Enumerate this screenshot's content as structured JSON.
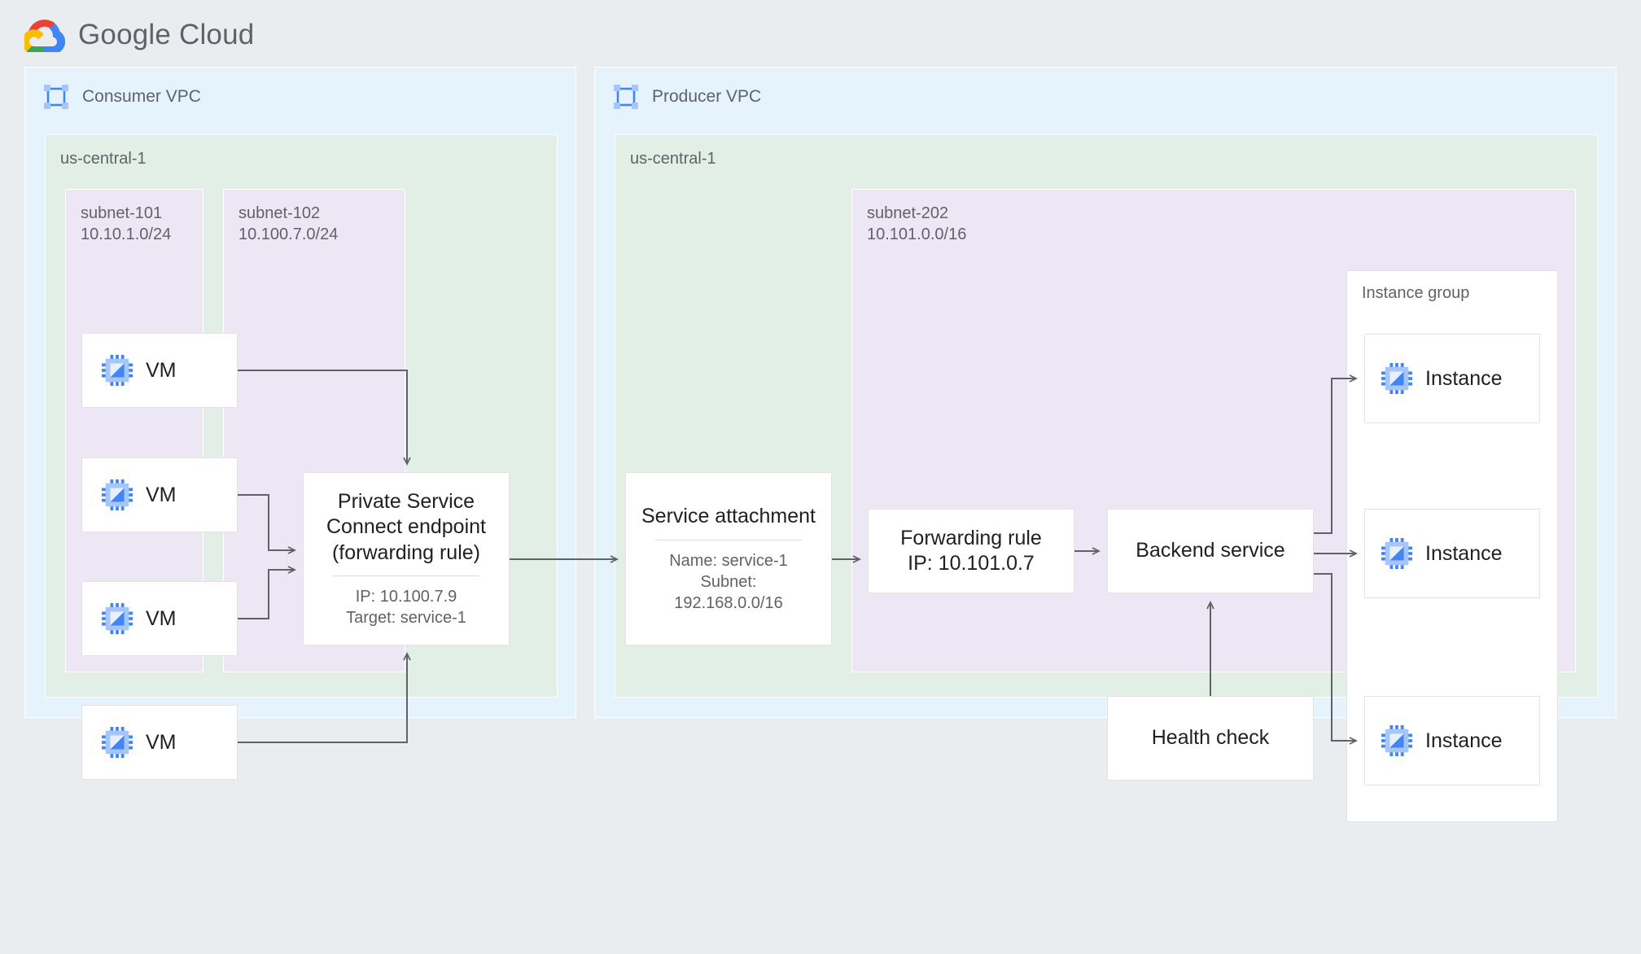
{
  "header": {
    "brand": "Google Cloud",
    "logo_icon": "google-cloud-logo"
  },
  "colors": {
    "page_bg": "#eaedef",
    "vpc_bg": "#e4f3fc",
    "region_bg": "#e2efe6",
    "subnet_bg": "#ece6f5",
    "node_bg": "#ffffff",
    "node_border": "#e3e3e3",
    "text_primary": "#202124",
    "text_secondary": "#5f6368",
    "wire": "#5f6368",
    "icon_blue": "#4285f4",
    "icon_blue_light": "#a6c5fa"
  },
  "consumer_vpc": {
    "title": "Consumer VPC",
    "icon": "vpc-icon",
    "region": {
      "label": "us-central-1"
    },
    "subnets": [
      {
        "name": "subnet-101",
        "cidr": "10.10.1.0/24"
      },
      {
        "name": "subnet-102",
        "cidr": "10.100.7.0/24"
      }
    ],
    "vms": [
      {
        "label": "VM",
        "icon": "cpu-icon"
      },
      {
        "label": "VM",
        "icon": "cpu-icon"
      },
      {
        "label": "VM",
        "icon": "cpu-icon"
      },
      {
        "label": "VM",
        "icon": "cpu-icon"
      }
    ],
    "psc_endpoint": {
      "title": "Private Service\nConnect endpoint\n(forwarding rule)",
      "details": "IP: 10.100.7.9\nTarget: service-1"
    }
  },
  "producer_vpc": {
    "title": "Producer VPC",
    "icon": "vpc-icon",
    "region": {
      "label": "us-central-1"
    },
    "subnet": {
      "name": "subnet-202",
      "cidr": "10.101.0.0/16"
    },
    "service_attachment": {
      "title": "Service attachment",
      "details": "Name: service-1\nSubnet:\n192.168.0.0/16"
    },
    "forwarding_rule": {
      "title": "Forwarding rule\nIP: 10.101.0.7"
    },
    "backend_service": {
      "title": "Backend service"
    },
    "health_check": {
      "title": "Health check"
    },
    "instance_group": {
      "label": "Instance group",
      "instances": [
        {
          "label": "Instance",
          "icon": "cpu-icon"
        },
        {
          "label": "Instance",
          "icon": "cpu-icon"
        },
        {
          "label": "Instance",
          "icon": "cpu-icon"
        }
      ]
    }
  }
}
